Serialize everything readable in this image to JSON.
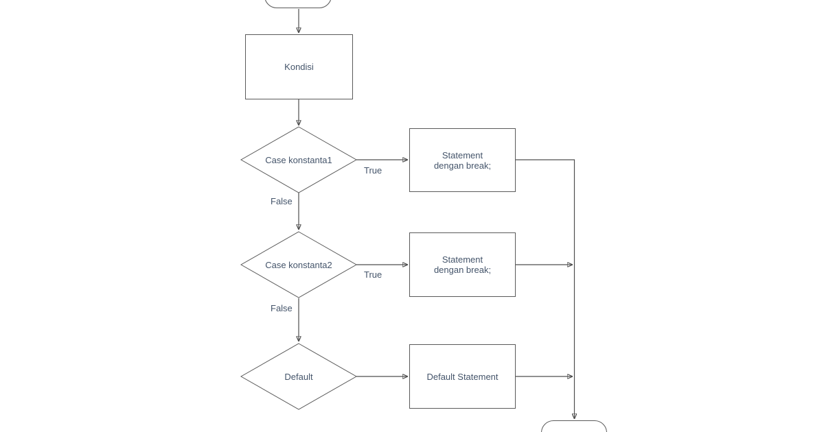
{
  "diagram": {
    "description": "Flowchart of a switch-case control structure",
    "colors": {
      "background": "#ffffff",
      "shape_border": "#595959",
      "connector": "#4d4d4d",
      "arrowhead": "#000000",
      "text": "#44546a"
    },
    "nodes": {
      "start": {
        "type": "terminator",
        "label": ""
      },
      "kondisi": {
        "type": "process",
        "label": "Kondisi"
      },
      "case1": {
        "type": "decision",
        "label": "Case konstanta1"
      },
      "statement1": {
        "type": "process",
        "lines": [
          "Statement",
          "dengan break;"
        ]
      },
      "case2": {
        "type": "decision",
        "label": "Case konstanta2"
      },
      "statement2": {
        "type": "process",
        "lines": [
          "Statement",
          "dengan break;"
        ]
      },
      "default_case": {
        "type": "decision",
        "label": "Default"
      },
      "default_statement": {
        "type": "process",
        "label": "Default Statement"
      },
      "end": {
        "type": "terminator",
        "label": ""
      }
    },
    "edge_labels": {
      "case1_true": "True",
      "case1_false": "False",
      "case2_true": "True",
      "case2_false": "False"
    }
  }
}
